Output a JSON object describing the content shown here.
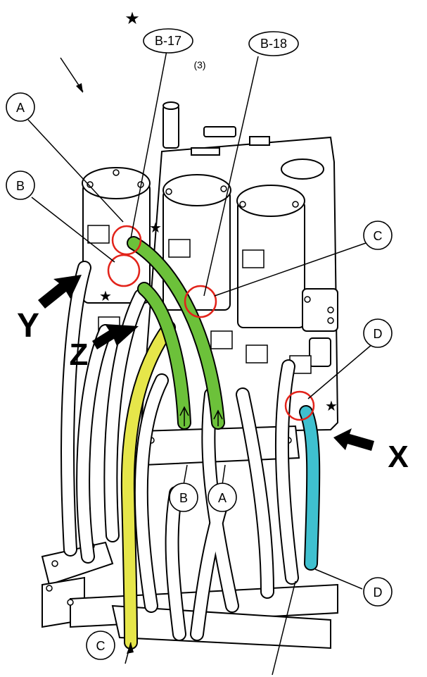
{
  "callouts": {
    "b17": "B-17",
    "b18": "B-18",
    "qty": "(3)",
    "a_top": "A",
    "b_top": "B",
    "c_right": "C",
    "d_right": "D",
    "d_bottom": "D",
    "b_bottom": "B",
    "a_bottom": "A",
    "c_bottom": "C"
  },
  "views": {
    "x": "X",
    "y": "Y",
    "z": "Z"
  },
  "marks": {
    "star": "★"
  },
  "colors": {
    "hose_green": "#6cc13a",
    "hose_yellow": "#e6e64a",
    "hose_cyan": "#3fc0cf",
    "highlight_circle": "#e2231a",
    "line": "#000000"
  }
}
